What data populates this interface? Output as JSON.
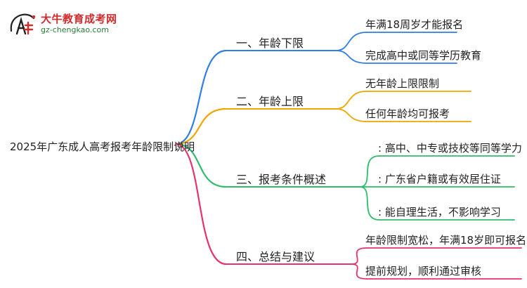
{
  "logo": {
    "name": "大牛教育成考网",
    "url": "gz-chengkao.com",
    "icon": "cow-mascot-icon"
  },
  "root": "2025年广东成人高考报考年龄限制说明",
  "branches": [
    {
      "label": "一、年龄下限",
      "color": "#2f7fe6",
      "leaves": [
        "年满18周岁才能报名",
        "完成高中或同等学历教育"
      ]
    },
    {
      "label": "二、年龄上限",
      "color": "#f0a500",
      "leaves": [
        "无年龄上限限制",
        "任何年龄均可报考"
      ]
    },
    {
      "label": "三、报考条件概述",
      "color": "#2ebd6b",
      "leaves": [
        ": 高中、中专或技校等同等学力",
        ": 广东省户籍或有效居住证",
        ": 能自理生活，不影响学习"
      ]
    },
    {
      "label": "四、总结与建议",
      "color": "#e6336b",
      "leaves": [
        "年龄限制宽松，年满18岁即可报名",
        "提前规划，顺利通过审核"
      ]
    }
  ]
}
